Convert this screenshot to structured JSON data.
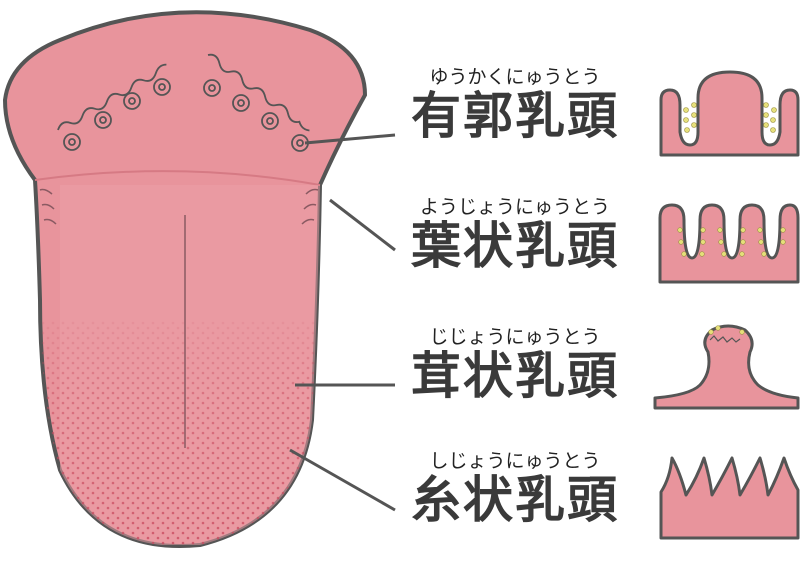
{
  "labels": [
    {
      "id": "circumvallate",
      "reading": "ゆうかくにゅうとう",
      "term": "有郭乳頭"
    },
    {
      "id": "foliate",
      "reading": "ようじょうにゅうとう",
      "term": "葉状乳頭"
    },
    {
      "id": "fungiform",
      "reading": "じじょうにゅうとう",
      "term": "茸状乳頭"
    },
    {
      "id": "filiform",
      "reading": "しじょうにゅうとう",
      "term": "糸状乳頭"
    }
  ],
  "colors": {
    "tongue_fill": "#e8949c",
    "tongue_outline": "#555555",
    "dots": "#c94a5e",
    "taste_buds": "#e6e07a",
    "text": "#3a3a3a"
  }
}
